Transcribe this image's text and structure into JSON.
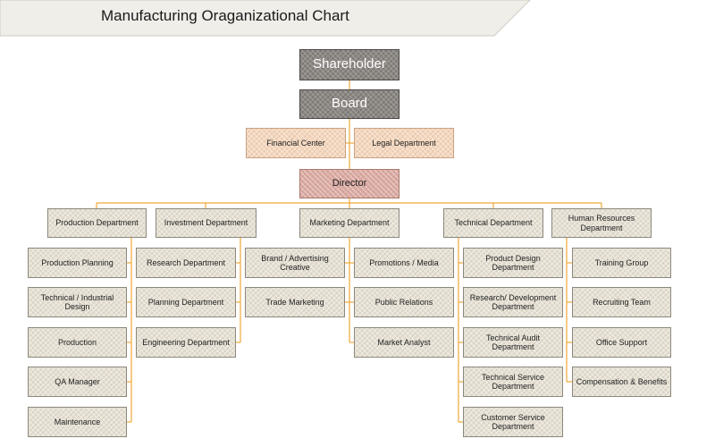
{
  "title": "Manufacturing Oraganizational Chart",
  "colors": {
    "connector": "#f0a83a",
    "executive_fill": "#8c8884",
    "support_fill": "#f6d7bd",
    "director_fill": "#dcaaa2",
    "department_fill": "#e6e1d4",
    "banner_fill": "#efeee9"
  },
  "shareholder": "Shareholder",
  "board": "Board",
  "support": {
    "financial": "Financial Center",
    "legal": "Legal Department"
  },
  "director": "Director",
  "departments": {
    "production": {
      "label": "Production Department",
      "units": [
        "Production Planning",
        "Technical / Industrial Design",
        "Production",
        "QA Manager",
        "Maintenance"
      ]
    },
    "investment": {
      "label": "Investment Department",
      "units": [
        "Research Department",
        "Planning Department",
        "Engineering Department"
      ]
    },
    "marketing": {
      "label": "Marketing Department",
      "units_left": [
        "Brand / Advertising Creative",
        "Trade Marketing"
      ],
      "units_right": [
        "Promotions / Media",
        "Public Relations",
        "Market Analyst"
      ]
    },
    "technical": {
      "label": "Technical Department",
      "units": [
        "Product Design Department",
        "Research/ Development Department",
        "Technical Audit Department",
        "Technical Service Department",
        "Customer Service Department"
      ]
    },
    "hr": {
      "label": "Human Resources Department",
      "units": [
        "Training Group",
        "Recruiting Team",
        "Office Support",
        "Compensation & Benefits"
      ]
    }
  }
}
